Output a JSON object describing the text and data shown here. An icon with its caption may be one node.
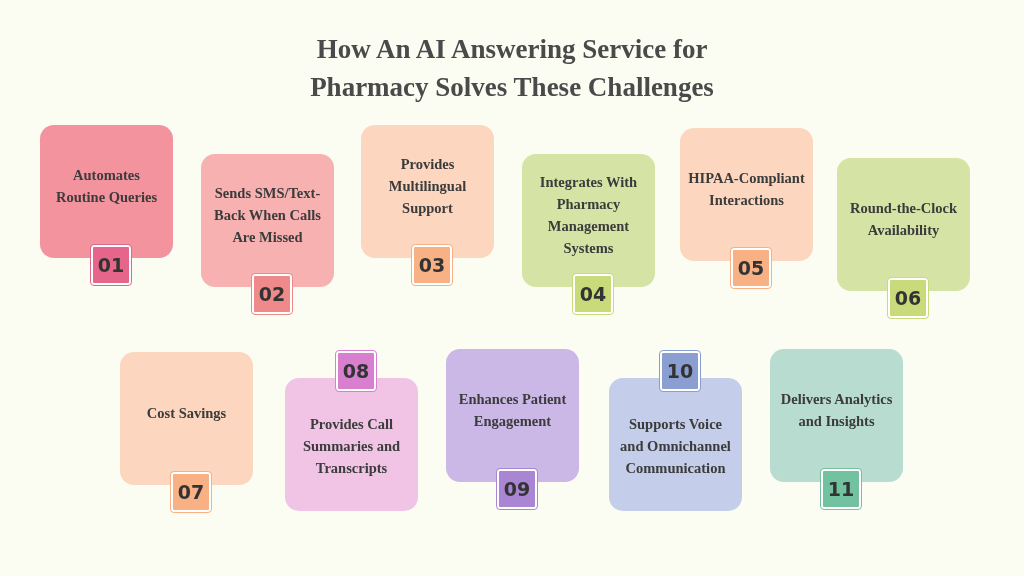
{
  "diagram": {
    "title": "How An AI Answering Service for Pharmacy Solves These Challenges",
    "nodes": [
      {
        "text": [
          "Automates Routine Queries"
        ],
        "beside": [
          "01"
        ]
      },
      {
        "text": [
          "Sends SMS/Text-Back When Calls Are Missed"
        ],
        "beside": [
          "02"
        ]
      },
      {
        "text": [
          "Provides Multilingual Support"
        ],
        "beside": [
          "03"
        ]
      },
      {
        "text": [
          "Integrates With Pharmacy Management Systems"
        ],
        "beside": [
          "04"
        ]
      },
      {
        "text": [
          "HIPAA-Compliant Interactions"
        ],
        "beside": [
          "05"
        ]
      },
      {
        "text": [
          "Round-the-Clock Availability"
        ],
        "beside": [
          "06"
        ]
      },
      {
        "text": [
          "Cost Savings"
        ],
        "beside": [
          "07"
        ]
      },
      {
        "text": [
          "Provides Call Summaries and Transcripts"
        ],
        "beside": [
          "08"
        ]
      },
      {
        "text": [
          "Enhances Patient Engagement"
        ],
        "beside": [
          "09"
        ]
      },
      {
        "text": [
          "Supports Voice and Omnichannel Communication"
        ],
        "beside": [
          "10"
        ]
      },
      {
        "text": [
          "Delivers Analytics and Insights"
        ],
        "beside": [
          "11"
        ]
      }
    ]
  }
}
